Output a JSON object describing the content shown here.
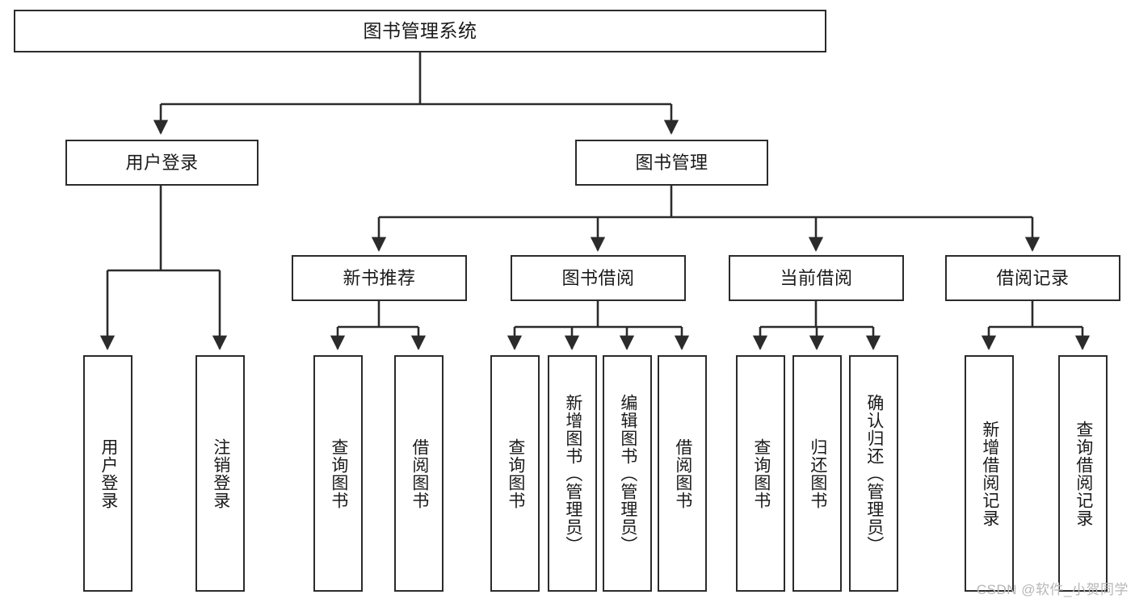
{
  "diagram": {
    "type": "tree-hierarchy",
    "title": "图书管理系统",
    "watermark": "CSDN @软件_小贺同学",
    "colors": {
      "box_border": "#2b2b2b",
      "box_fill": "#ffffff",
      "connector": "#2b2b2b",
      "text": "#1a1a1a",
      "watermark": "#b6b6b6",
      "background": "#ffffff"
    },
    "levels": {
      "root": {
        "label": "图书管理系统"
      },
      "level2": [
        {
          "label": "用户登录"
        },
        {
          "label": "图书管理"
        }
      ],
      "level3": [
        {
          "label": "新书推荐"
        },
        {
          "label": "图书借阅"
        },
        {
          "label": "当前借阅"
        },
        {
          "label": "借阅记录"
        }
      ],
      "leaves": {
        "user_login": [
          {
            "label": "用户登录"
          },
          {
            "label": "注销登录"
          }
        ],
        "new_book_recommend": [
          {
            "label": "查询图书"
          },
          {
            "label": "借阅图书"
          }
        ],
        "book_borrow": [
          {
            "label": "查询图书"
          },
          {
            "label": "新增图书（管理员）"
          },
          {
            "label": "编辑图书（管理员）"
          },
          {
            "label": "借阅图书"
          }
        ],
        "current_borrow": [
          {
            "label": "查询图书"
          },
          {
            "label": "归还图书"
          },
          {
            "label": "确认归还（管理员）"
          }
        ],
        "borrow_record": [
          {
            "label": "新增借阅记录"
          },
          {
            "label": "查询借阅记录"
          }
        ]
      }
    }
  }
}
